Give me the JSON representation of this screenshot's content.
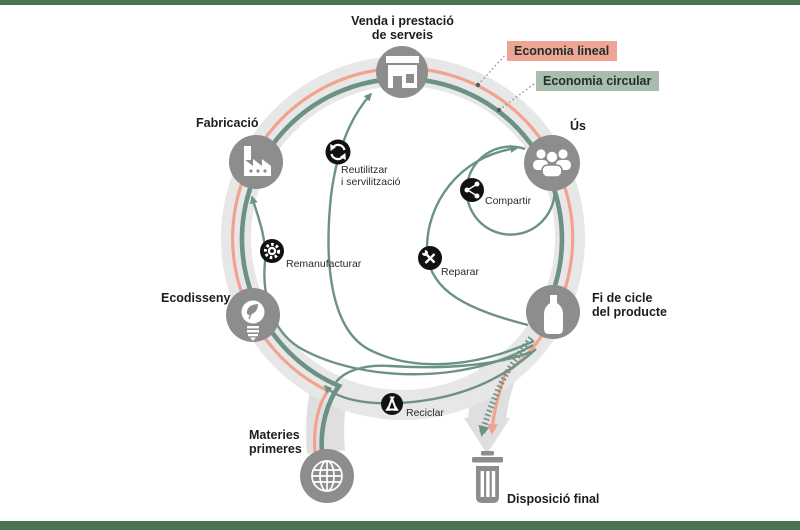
{
  "colors": {
    "bar_green": "#4a7451",
    "accent_teal": "#6b9284",
    "accent_salmon": "#f2a38e",
    "legend_linear_bg": "#efa593",
    "legend_circular_bg": "#a9bcae",
    "band_gray": "#e7e7e7",
    "stem_gray": "#dfdfdf",
    "node_gray": "#8d8d8d",
    "icon_black": "#111111",
    "text_dark": "#1d1d1b"
  },
  "legend": {
    "linear_label": "Economia lineal",
    "circular_label": "Economia circular"
  },
  "stages": [
    {
      "id": "venda",
      "label": "Venda i prestació\nde serveis",
      "icon": "storefront-icon"
    },
    {
      "id": "fabricacio",
      "label": "Fabricació",
      "icon": "factory-icon"
    },
    {
      "id": "us",
      "label": "Ús",
      "icon": "people-icon"
    },
    {
      "id": "fi-de-cicle",
      "label": "Fi de cicle\ndel producte",
      "icon": "bottle-icon"
    },
    {
      "id": "ecodisseny",
      "label": "Ecodisseny",
      "icon": "eco-bulb-icon"
    },
    {
      "id": "materies",
      "label": "Materies\nprimeres",
      "icon": "globe-icon"
    }
  ],
  "strategies": [
    {
      "id": "reutilitzar",
      "label": "Reutilitzar\ni servilització",
      "icon": "reuse-arrows-icon"
    },
    {
      "id": "compartir",
      "label": "Compartir",
      "icon": "share-icon"
    },
    {
      "id": "reparar",
      "label": "Reparar",
      "icon": "tools-icon"
    },
    {
      "id": "remanufacturar",
      "label": "Remanufacturar",
      "icon": "gear-icon"
    },
    {
      "id": "reciclar",
      "label": "Reciclar",
      "icon": "recycle-icon"
    }
  ],
  "disposal": {
    "label": "Disposició final",
    "icon": "trash-icon"
  }
}
